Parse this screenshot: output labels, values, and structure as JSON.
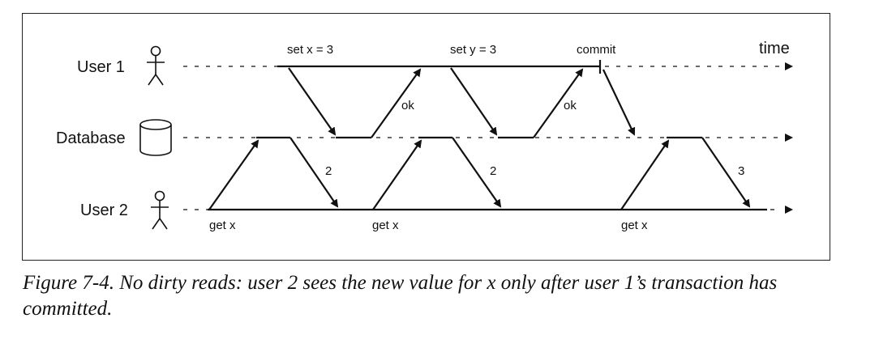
{
  "actors": {
    "user1": "User 1",
    "database": "Database",
    "user2": "User 2"
  },
  "time_label": "time",
  "user1_ops": {
    "set_x": "set x = 3",
    "set_y": "set y = 3",
    "commit": "commit",
    "ok1": "ok",
    "ok2": "ok"
  },
  "user2_ops": {
    "get1": "get x",
    "get2": "get x",
    "get3": "get x",
    "ret1": "2",
    "ret2": "2",
    "ret3": "3"
  },
  "caption": "Figure 7-4. No dirty reads: user 2 sees the new value for x only after user 1’s transaction has committed."
}
